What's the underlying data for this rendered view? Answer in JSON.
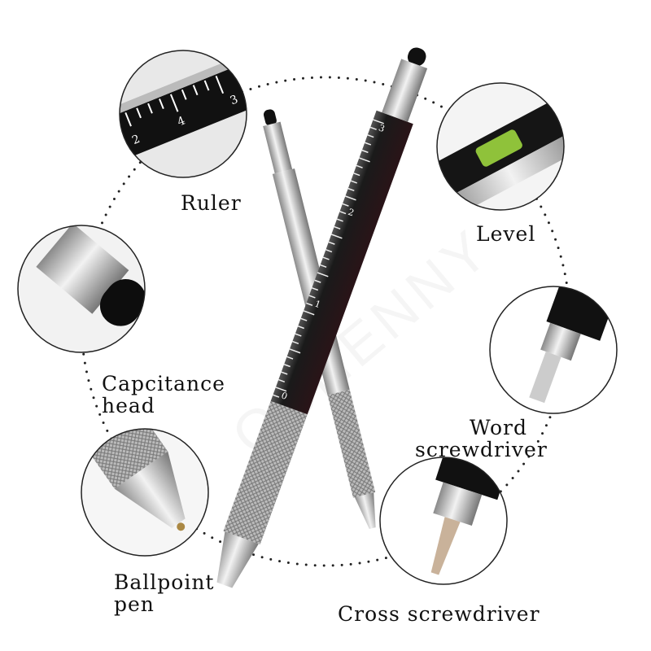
{
  "watermark": "QSHENNY",
  "labels": {
    "ruler": "Ruler",
    "level": "Level",
    "capacitance_line1": "Capcitance",
    "capacitance_line2": "head",
    "word_line1": "Word",
    "word_line2": "screwdriver",
    "ballpoint_line1": "Ballpoint",
    "ballpoint_line2": "pen",
    "cross": "Cross screwdriver"
  },
  "ruler_numbers": {
    "big_pen": [
      "3",
      "2",
      "1",
      "0"
    ],
    "detail": [
      "4",
      "3",
      "2"
    ]
  },
  "colors": {
    "pen_black": "#1c1416",
    "pen_silver": "#c8c8c8",
    "level_green": "#8fc23a",
    "dots": "#222222"
  }
}
